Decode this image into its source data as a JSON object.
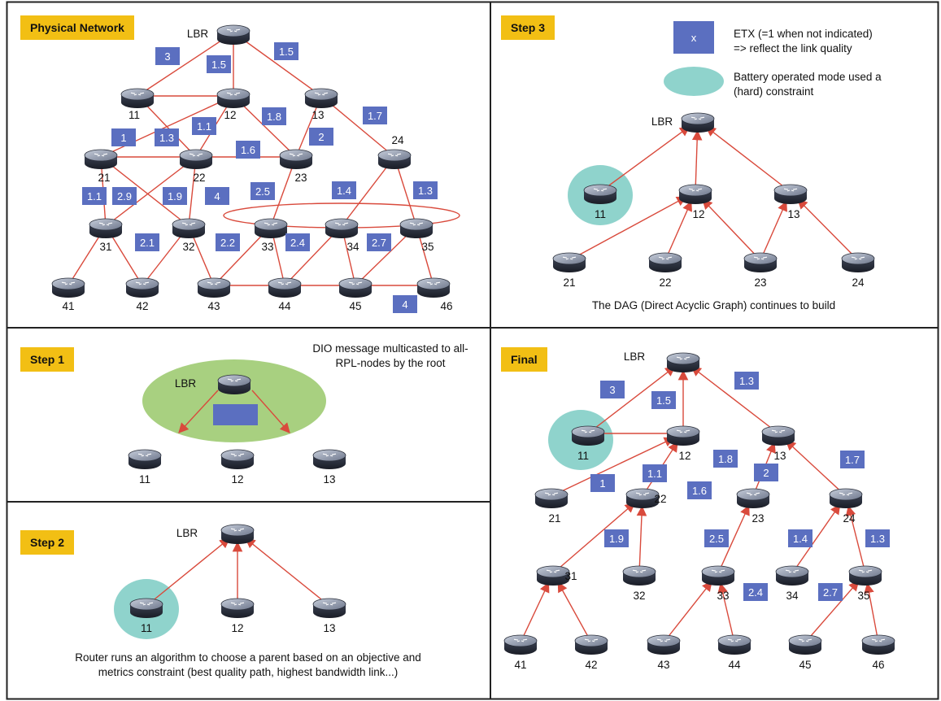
{
  "colors": {
    "edge": "#d94a3c",
    "metric_box": "#5b6fc0",
    "metric_text": "#ffffff",
    "battery_circle": "#8fd3cc",
    "broadcast_ellipse": "#a8d080",
    "label_bg": "#f2bf14",
    "router_body": "#2c3140",
    "router_top": "#8891a6",
    "border": "#222222"
  },
  "icons": {
    "router": "router-icon"
  },
  "panels": {
    "physical": {
      "title": "Physical Network",
      "nodes": [
        {
          "id": "LBR",
          "label": "LBR"
        },
        {
          "id": "11",
          "label": "11"
        },
        {
          "id": "12",
          "label": "12"
        },
        {
          "id": "13",
          "label": "13"
        },
        {
          "id": "21",
          "label": "21"
        },
        {
          "id": "22",
          "label": "22"
        },
        {
          "id": "23",
          "label": "23"
        },
        {
          "id": "24",
          "label": "24"
        },
        {
          "id": "31",
          "label": "31"
        },
        {
          "id": "32",
          "label": "32"
        },
        {
          "id": "33",
          "label": "33"
        },
        {
          "id": "34",
          "label": "34"
        },
        {
          "id": "35",
          "label": "35"
        },
        {
          "id": "41",
          "label": "41"
        },
        {
          "id": "42",
          "label": "42"
        },
        {
          "id": "43",
          "label": "43"
        },
        {
          "id": "44",
          "label": "44"
        },
        {
          "id": "45",
          "label": "45"
        },
        {
          "id": "46",
          "label": "46"
        }
      ],
      "edges": [
        [
          "LBR",
          "11"
        ],
        [
          "LBR",
          "12"
        ],
        [
          "LBR",
          "13"
        ],
        [
          "11",
          "12"
        ],
        [
          "11",
          "22"
        ],
        [
          "12",
          "21"
        ],
        [
          "12",
          "22"
        ],
        [
          "12",
          "23"
        ],
        [
          "13",
          "23"
        ],
        [
          "13",
          "24"
        ],
        [
          "21",
          "22"
        ],
        [
          "21",
          "31"
        ],
        [
          "21",
          "32"
        ],
        [
          "22",
          "23"
        ],
        [
          "22",
          "31"
        ],
        [
          "22",
          "32"
        ],
        [
          "23",
          "33"
        ],
        [
          "24",
          "34"
        ],
        [
          "24",
          "35"
        ],
        [
          "31",
          "41"
        ],
        [
          "31",
          "42"
        ],
        [
          "32",
          "42"
        ],
        [
          "32",
          "43"
        ],
        [
          "33",
          "43"
        ],
        [
          "33",
          "44"
        ],
        [
          "34",
          "44"
        ],
        [
          "34",
          "45"
        ],
        [
          "35",
          "45"
        ],
        [
          "35",
          "46"
        ],
        [
          "43",
          "44"
        ],
        [
          "44",
          "45"
        ],
        [
          "45",
          "46"
        ]
      ],
      "metrics": [
        "3",
        "1.5",
        "1.5",
        "1.3",
        "1.1",
        "1.8",
        "2",
        "1.7",
        "1",
        "1.6",
        "1.1",
        "2.9",
        "1.9",
        "4",
        "2.5",
        "1.4",
        "1.3",
        "2.1",
        "2.2",
        "2.4",
        "2.7",
        "4"
      ]
    },
    "step3": {
      "title": "Step 3",
      "legend_box_symbol": "x",
      "legend_etx": "ETX (=1 when not indicated)\n=> reflect the link quality",
      "legend_battery": "Battery operated mode used a\n(hard) constraint",
      "caption": "The DAG (Direct Acyclic Graph) continues to build",
      "nodes": [
        {
          "id": "LBR",
          "label": "LBR"
        },
        {
          "id": "11",
          "label": "11"
        },
        {
          "id": "12",
          "label": "12"
        },
        {
          "id": "13",
          "label": "13"
        },
        {
          "id": "21",
          "label": "21"
        },
        {
          "id": "22",
          "label": "22"
        },
        {
          "id": "23",
          "label": "23"
        },
        {
          "id": "24",
          "label": "24"
        }
      ],
      "arrows": [
        [
          "11",
          "LBR"
        ],
        [
          "12",
          "LBR"
        ],
        [
          "13",
          "LBR"
        ],
        [
          "21",
          "12"
        ],
        [
          "22",
          "12"
        ],
        [
          "23",
          "12"
        ],
        [
          "23",
          "13"
        ],
        [
          "24",
          "13"
        ]
      ]
    },
    "step1": {
      "title": "Step 1",
      "caption": "DIO message multicasted to all-\nRPL-nodes by the root",
      "nodes": [
        {
          "id": "LBR",
          "label": "LBR"
        },
        {
          "id": "11",
          "label": "11"
        },
        {
          "id": "12",
          "label": "12"
        },
        {
          "id": "13",
          "label": "13"
        }
      ]
    },
    "step2": {
      "title": "Step 2",
      "caption": "Router runs an algorithm to choose a parent based on an objective and\nmetrics constraint (best quality path, highest bandwidth link...)",
      "nodes": [
        {
          "id": "LBR",
          "label": "LBR"
        },
        {
          "id": "11",
          "label": "11"
        },
        {
          "id": "12",
          "label": "12"
        },
        {
          "id": "13",
          "label": "13"
        }
      ],
      "arrows": [
        [
          "11",
          "LBR"
        ],
        [
          "12",
          "LBR"
        ],
        [
          "13",
          "LBR"
        ]
      ]
    },
    "final": {
      "title": "Final",
      "nodes": [
        {
          "id": "LBR",
          "label": "LBR"
        },
        {
          "id": "11",
          "label": "11"
        },
        {
          "id": "12",
          "label": "12"
        },
        {
          "id": "13",
          "label": "13"
        },
        {
          "id": "21",
          "label": "21"
        },
        {
          "id": "22",
          "label": "22"
        },
        {
          "id": "23",
          "label": "23"
        },
        {
          "id": "24",
          "label": "24"
        },
        {
          "id": "31",
          "label": "31"
        },
        {
          "id": "32",
          "label": "32"
        },
        {
          "id": "33",
          "label": "33"
        },
        {
          "id": "34",
          "label": "34"
        },
        {
          "id": "35",
          "label": "35"
        },
        {
          "id": "41",
          "label": "41"
        },
        {
          "id": "42",
          "label": "42"
        },
        {
          "id": "43",
          "label": "43"
        },
        {
          "id": "44",
          "label": "44"
        },
        {
          "id": "45",
          "label": "45"
        },
        {
          "id": "46",
          "label": "46"
        }
      ],
      "arrows": [
        [
          "11",
          "LBR"
        ],
        [
          "12",
          "LBR"
        ],
        [
          "13",
          "LBR"
        ],
        [
          "21",
          "12"
        ],
        [
          "22",
          "12"
        ],
        [
          "23",
          "13"
        ],
        [
          "24",
          "13"
        ],
        [
          "31",
          "22"
        ],
        [
          "32",
          "22"
        ],
        [
          "33",
          "23"
        ],
        [
          "34",
          "24"
        ],
        [
          "35",
          "24"
        ],
        [
          "41",
          "31"
        ],
        [
          "42",
          "31"
        ],
        [
          "43",
          "33"
        ],
        [
          "44",
          "33"
        ],
        [
          "45",
          "35"
        ],
        [
          "46",
          "35"
        ]
      ],
      "lines": [
        [
          "11",
          "12"
        ]
      ],
      "metrics": [
        "3",
        "1.5",
        "1.3",
        "1.8",
        "2",
        "1.7",
        "1",
        "1.1",
        "1.6",
        "1.9",
        "2.5",
        "1.4",
        "1.3",
        "2.4",
        "2.7"
      ]
    }
  }
}
